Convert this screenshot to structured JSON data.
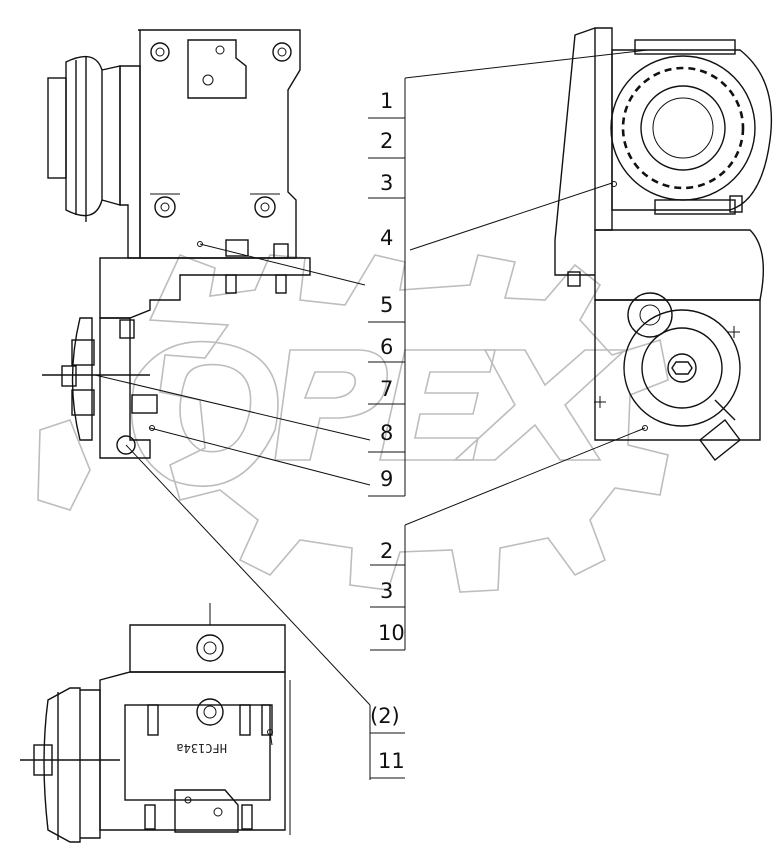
{
  "watermark": "OPEX",
  "part_marking": "HFC134a",
  "callouts_top": [
    "1",
    "2",
    "3",
    "4",
    "5",
    "6",
    "7",
    "8",
    "9"
  ],
  "callouts_mid": [
    "2",
    "3",
    "10"
  ],
  "callouts_bottom": [
    "(2)",
    "11"
  ]
}
